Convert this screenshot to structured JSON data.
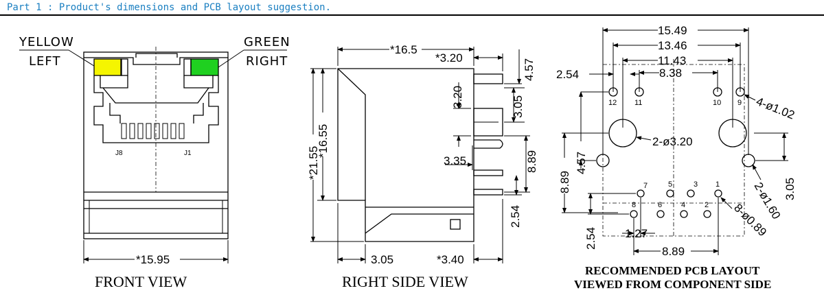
{
  "header": {
    "title": "Part 1 : Product's dimensions and PCB layout suggestion."
  },
  "front_view": {
    "title": "FRONT VIEW",
    "led_left": {
      "line1": "YELLOW",
      "line2": "LEFT",
      "color": "#f5f500"
    },
    "led_right": {
      "line1": "GREEN",
      "line2": "RIGHT",
      "color": "#1fd020"
    },
    "pin_label_left": "J8",
    "pin_label_right": "J1",
    "width_dim": "*15.95"
  },
  "side_view": {
    "title": "RIGHT SIDE VIEW",
    "dims": {
      "top_length": "*16.5",
      "top_offset": "*3.20",
      "right_457": "4.57",
      "pin_320": "3.20",
      "pin_305": "3.05",
      "height_2155": "*21.55",
      "height_1655": "*16.55",
      "pin_335": "3.35",
      "pin_889": "8.89",
      "pin_254": "2.54",
      "bottom_305": "3.05",
      "bottom_340": "*3.40"
    }
  },
  "pcb_layout": {
    "title_line1": "RECOMMENDED PCB LAYOUT",
    "title_line2": "VIEWED FROM COMPONENT SIDE",
    "dims": {
      "w1549": "15.49",
      "w1346": "13.46",
      "w1143": "11.43",
      "w838": "8.38",
      "w254": "2.54",
      "hole_102": "4-ø1.02",
      "hole_320": "2-ø3.20",
      "v457": "4.57",
      "v889": "8.89",
      "v305": "3.05",
      "hole_160": "2-ø1.60",
      "hole_089": "8-ø0.89",
      "w127": "1.27",
      "w889": "8.89",
      "v254": "2.54"
    },
    "pins_top": [
      "12",
      "11",
      "10",
      "9"
    ],
    "pins_row1": [
      "7",
      "5",
      "3",
      "1"
    ],
    "pins_row2": [
      "8",
      "6",
      "4",
      "2"
    ]
  }
}
